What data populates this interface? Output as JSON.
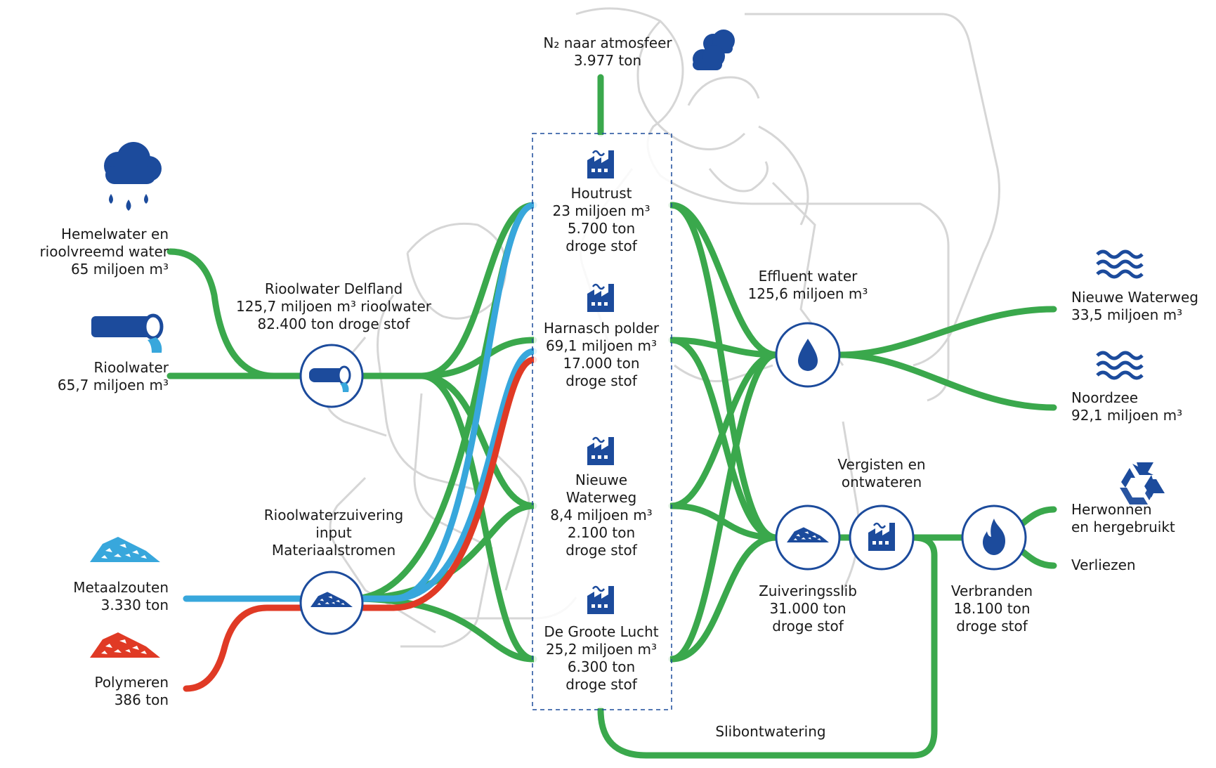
{
  "colors": {
    "green": "#3aa84c",
    "blue": "#38a7dc",
    "red": "#e03a25",
    "navy": "#1c4b9c",
    "sketch": "#d6d6d6"
  },
  "inputs": {
    "hemelwater": {
      "line1": "Hemelwater en",
      "line2": "rioolvreemd water",
      "line3": "65 miljoen m³"
    },
    "rioolwater": {
      "line1": "Rioolwater",
      "line2": "65,7 miljoen m³"
    },
    "metaalzouten": {
      "line1": "Metaalzouten",
      "line2": "3.330 ton"
    },
    "polymeren": {
      "line1": "Polymeren",
      "line2": "386 ton"
    }
  },
  "hubs": {
    "delfland": {
      "line1": "Rioolwater Delfland",
      "line2": "125,7 miljoen m³ rioolwater",
      "line3": "82.400 ton droge stof"
    },
    "zuivering": {
      "line1": "Rioolwaterzuivering",
      "line2": "input",
      "line3": "Materiaalstromen"
    }
  },
  "atmosphere": {
    "line1": "N₂ naar atmosfeer",
    "line2": "3.977 ton"
  },
  "plants": [
    {
      "name": "Houtrust",
      "water": "23 miljoen m³",
      "mass": "5.700 ton",
      "unit": "droge stof"
    },
    {
      "name": "Harnasch polder",
      "water": "69,1 miljoen m³",
      "mass": "17.000 ton",
      "unit": "droge stof"
    },
    {
      "name1": "Nieuwe",
      "name2": "Waterweg",
      "water": "8,4 miljoen m³",
      "mass": "2.100 ton",
      "unit": "droge stof"
    },
    {
      "name": "De Groote Lucht",
      "water": "25,2 miljoen m³",
      "mass": "6.300 ton",
      "unit": "droge stof"
    }
  ],
  "effluent": {
    "line1": "Effluent water",
    "line2": "125,6 miljoen m³"
  },
  "outputs": {
    "nieuwe_waterweg": {
      "line1": "Nieuwe Waterweg",
      "line2": "33,5 miljoen m³"
    },
    "noordzee": {
      "line1": "Noordzee",
      "line2": "92,1 miljoen m³"
    },
    "herwonnen": {
      "line1": "Herwonnen",
      "line2": "en hergebruikt"
    },
    "verliezen": {
      "line1": "Verliezen"
    }
  },
  "sludge": {
    "vergisten": {
      "line1": "Vergisten en",
      "line2": "ontwateren"
    },
    "zuiveringsslib": {
      "line1": "Zuiveringsslib",
      "line2": "31.000 ton",
      "line3": "droge stof"
    },
    "verbranden": {
      "line1": "Verbranden",
      "line2": "18.100 ton",
      "line3": "droge stof"
    },
    "slibontwatering": "Slibontwatering"
  },
  "icons": [
    "rain-cloud-icon",
    "pipe-icon",
    "salt-pile-blue-icon",
    "salt-pile-red-icon",
    "factory-icon",
    "water-drop-icon",
    "waves-icon",
    "recycle-icon",
    "flame-icon",
    "cloud-icon",
    "sludge-pile-icon"
  ]
}
